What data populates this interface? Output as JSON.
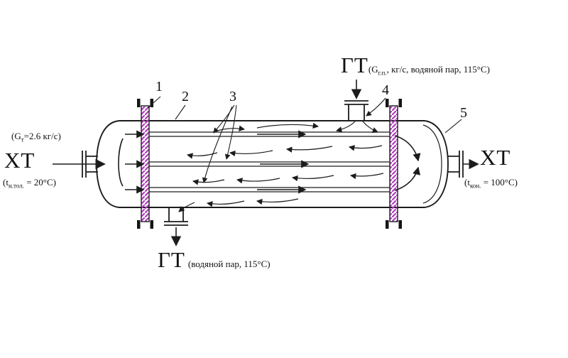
{
  "colors": {
    "line": "#1c1c1c",
    "tube_sheet": "#b43bc0"
  },
  "labels": {
    "callouts": {
      "n1": "1",
      "n2": "2",
      "n3": "3",
      "n4": "4",
      "n5": "5"
    },
    "hot_inlet": {
      "main": "ГТ",
      "spec_open": "(G",
      "spec_sub": "г.п.",
      "spec_rest": ", кг/с, водяной пар, 115°С)"
    },
    "cold_inlet": {
      "flow_open": "(G",
      "flow_sub": "т",
      "flow_rest": "=2.6 кг/с)",
      "main": "ХТ",
      "temp_open": "(t",
      "temp_sub": "н.тол.",
      "temp_rest": " = 20°С)"
    },
    "cold_outlet": {
      "main": "ХТ",
      "temp_open": "(t",
      "temp_sub": "кон.",
      "temp_rest": " = 100°С)"
    },
    "hot_outlet": {
      "main": "ГТ",
      "note": "(водяной пар, 115°С)"
    }
  }
}
